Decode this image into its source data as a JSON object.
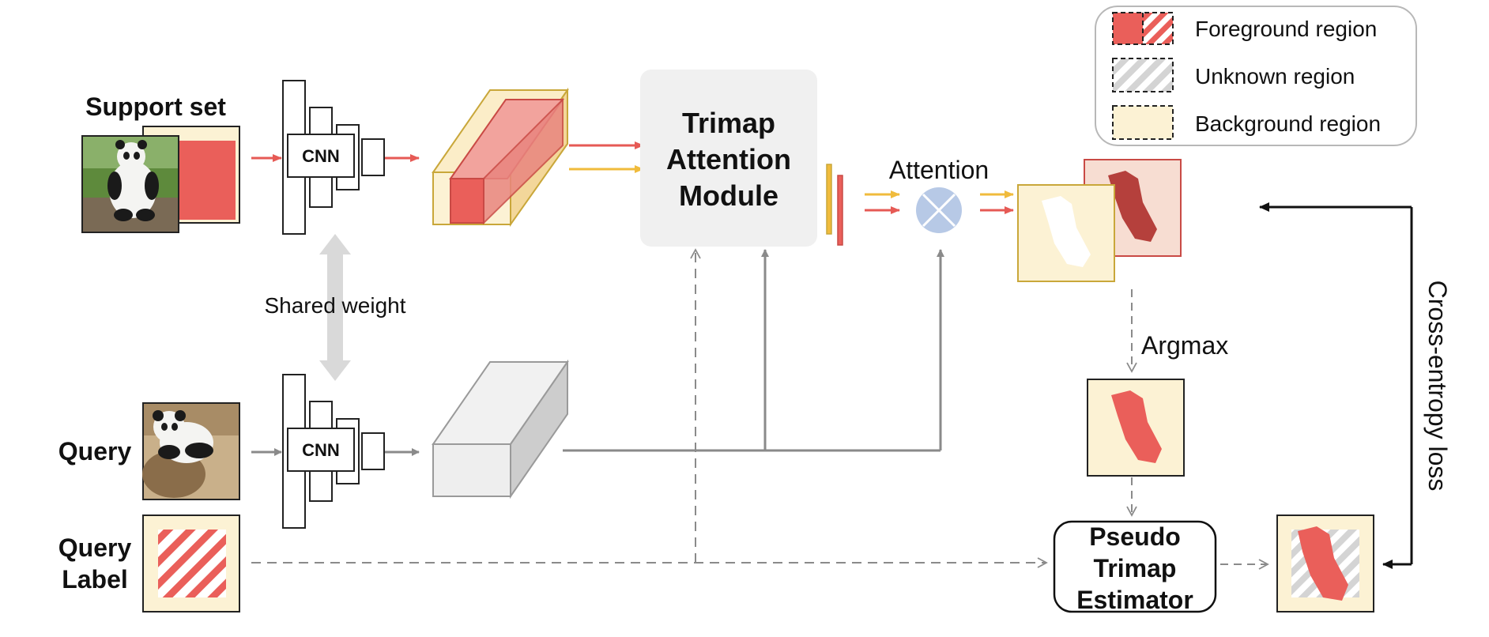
{
  "labels": {
    "support_set": "Support set",
    "query": "Query",
    "query_label_line1": "Query",
    "query_label_line2": "Label",
    "cnn_support": "CNN",
    "cnn_query": "CNN",
    "shared_weight": "Shared weight",
    "tam_line1": "Trimap",
    "tam_line2": "Attention",
    "tam_line3": "Module",
    "attention": "Attention",
    "argmax": "Argmax",
    "pte_line1": "Pseudo",
    "pte_line2": "Trimap",
    "pte_line3": "Estimator",
    "cross_entropy": "Cross-entropy loss"
  },
  "legend": [
    {
      "label": "Foreground region",
      "swatch": "foreground"
    },
    {
      "label": "Unknown region",
      "swatch": "unknown"
    },
    {
      "label": "Background region",
      "swatch": "background"
    }
  ],
  "colors": {
    "foreground": "#ea5f5a",
    "foreground_dark": "#b5403c",
    "background": "#fcf2d4",
    "background_border": "#c9a73a",
    "unknown_stripe": "#d4d4d4",
    "module_fill": "#f0f0f0",
    "arrow_gray": "#8a8a8a",
    "arrow_red": "#e65a55",
    "arrow_yellow": "#f0bb3c",
    "attention_circle": "#b7c9e6"
  }
}
